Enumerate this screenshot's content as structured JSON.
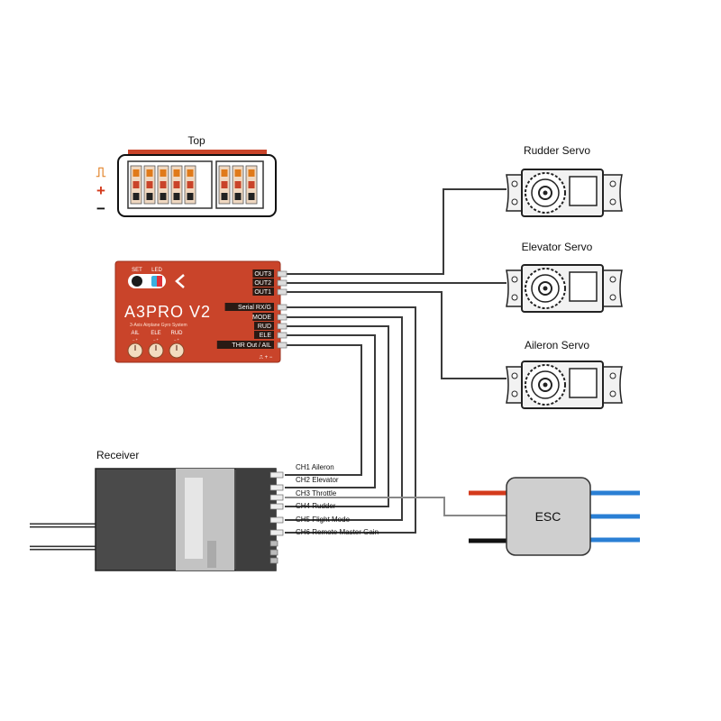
{
  "top_view": {
    "title": "Top",
    "symbols": {
      "signal": "⎍",
      "plus": "+",
      "minus": "−"
    }
  },
  "controller": {
    "buttons": {
      "set": "SET",
      "led": "LED"
    },
    "brand": "A3PRO V2",
    "subtitle": "3-Axis Airplane Gyro System",
    "knobs": [
      "AIL",
      "ELE",
      "RUD"
    ],
    "knob_scale": "–   +",
    "ports": [
      "OUT3",
      "OUT2",
      "OUT1",
      "Serial RX/G",
      "MODE",
      "RUD",
      "ELE",
      "THR Out / AIL"
    ],
    "port_symbols": "⎍ + −"
  },
  "servos": [
    {
      "label": "Rudder Servo"
    },
    {
      "label": "Elevator Servo"
    },
    {
      "label": "Aileron Servo"
    }
  ],
  "receiver": {
    "title": "Receiver",
    "channels": [
      "CH1 Aileron",
      "CH2 Elevator",
      "CH3 Throttle",
      "CH4 Rudder",
      "CH5 Flight Mode",
      "CH6 Remote Master Gain"
    ]
  },
  "esc": {
    "label": "ESC"
  },
  "colors": {
    "board_red": "#c9442a",
    "wire": "#3a3a3a",
    "esc_red": "#d43a1c",
    "esc_blue": "#2a7fd4",
    "servo_fill": "#f2f2f2"
  }
}
